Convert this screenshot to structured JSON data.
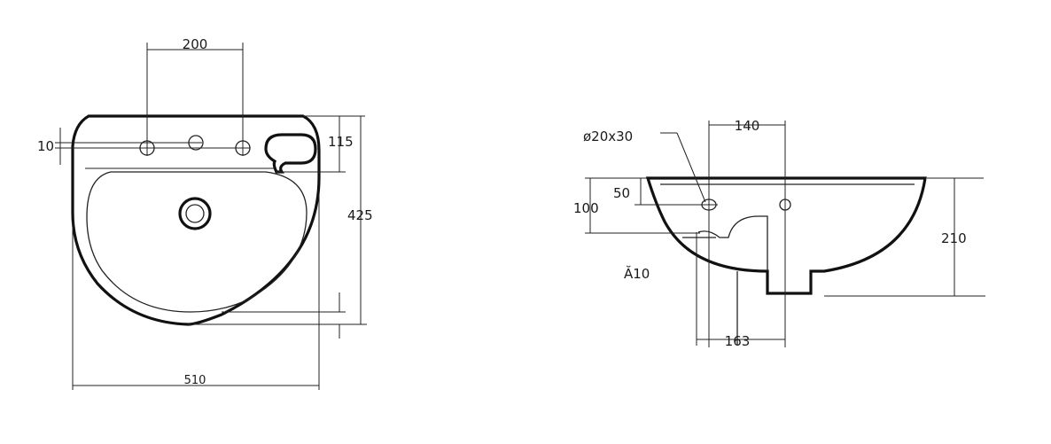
{
  "front_view": {
    "dim_hole_spacing": "200",
    "dim_hole_offset": "10",
    "dim_overflow_height": "115",
    "dim_depth": "425",
    "dim_width": "510"
  },
  "side_view": {
    "label_overflow": "ø20x30",
    "dim_overflow_offset": "140",
    "dim_overflow_height": "50",
    "dim_total_to_overflow": "100",
    "label_thickness": "Ă10",
    "dim_waste_offset": "163",
    "dim_height": "210"
  }
}
